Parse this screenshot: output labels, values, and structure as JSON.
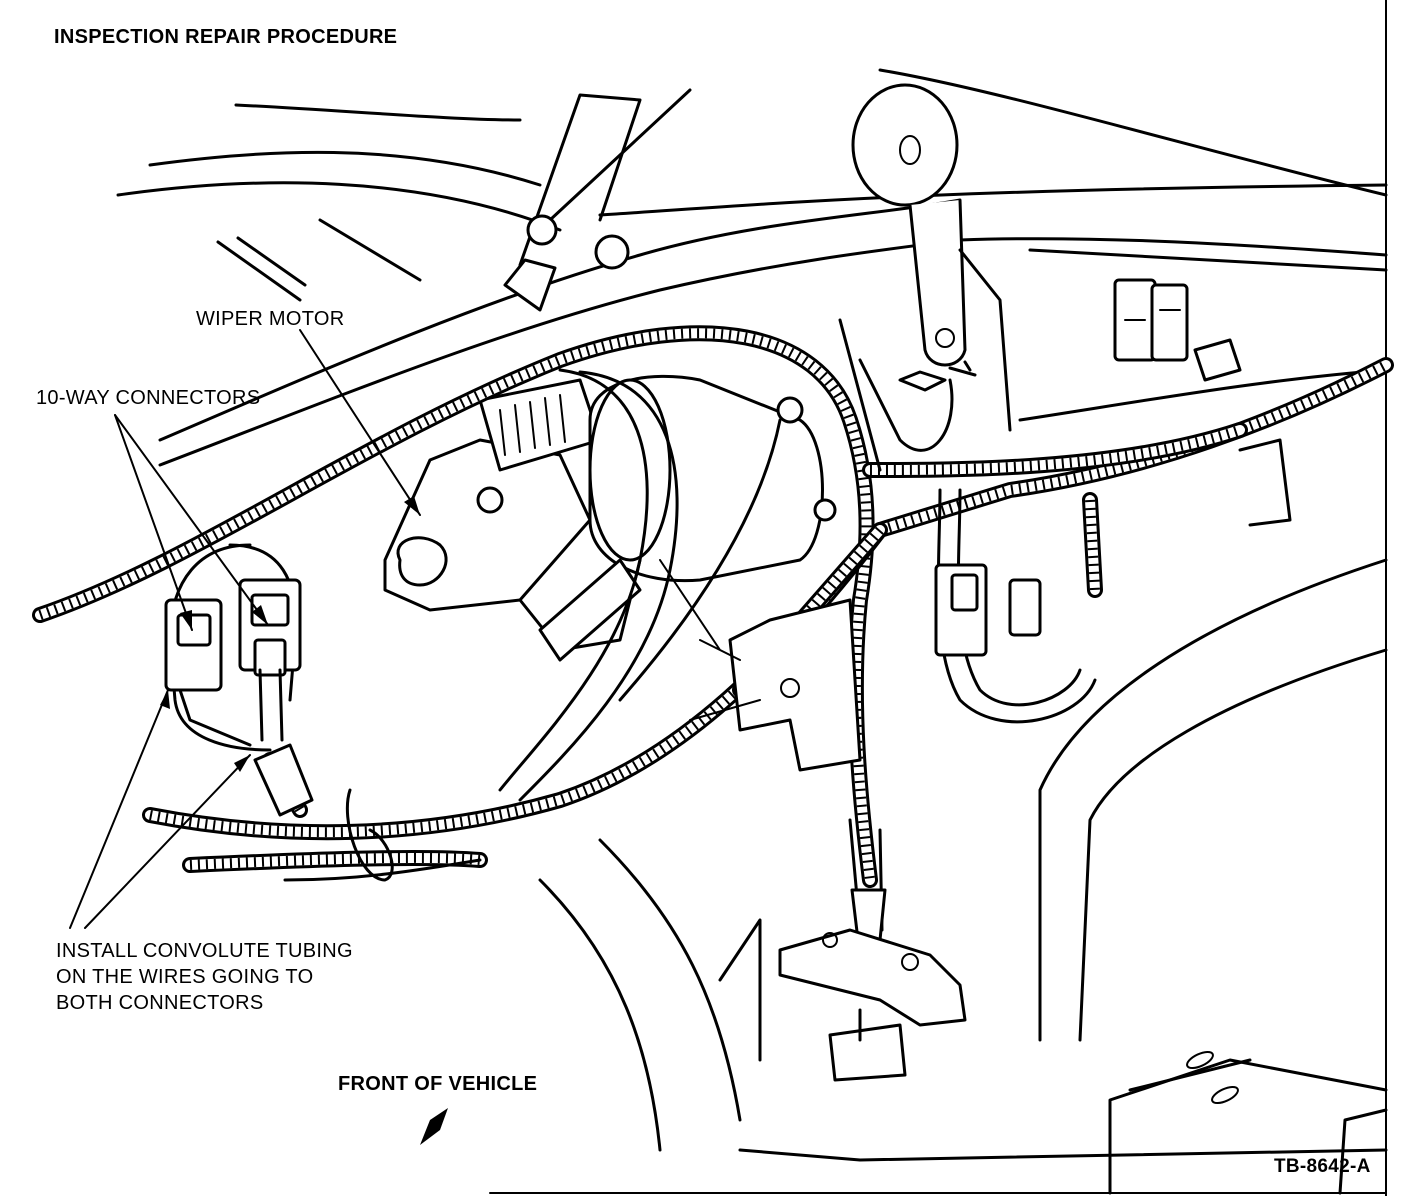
{
  "title": "INSPECTION REPAIR PROCEDURE",
  "labels": {
    "wiper_motor": "WIPER MOTOR",
    "ten_way_connectors": "10-WAY CONNECTORS",
    "install_line1": "INSTALL CONVOLUTE TUBING",
    "install_line2": "ON THE WIRES GOING TO",
    "install_line3": "BOTH CONNECTORS",
    "front_of_vehicle": "FRONT OF VEHICLE",
    "figure_code": "TB-8642-A"
  }
}
